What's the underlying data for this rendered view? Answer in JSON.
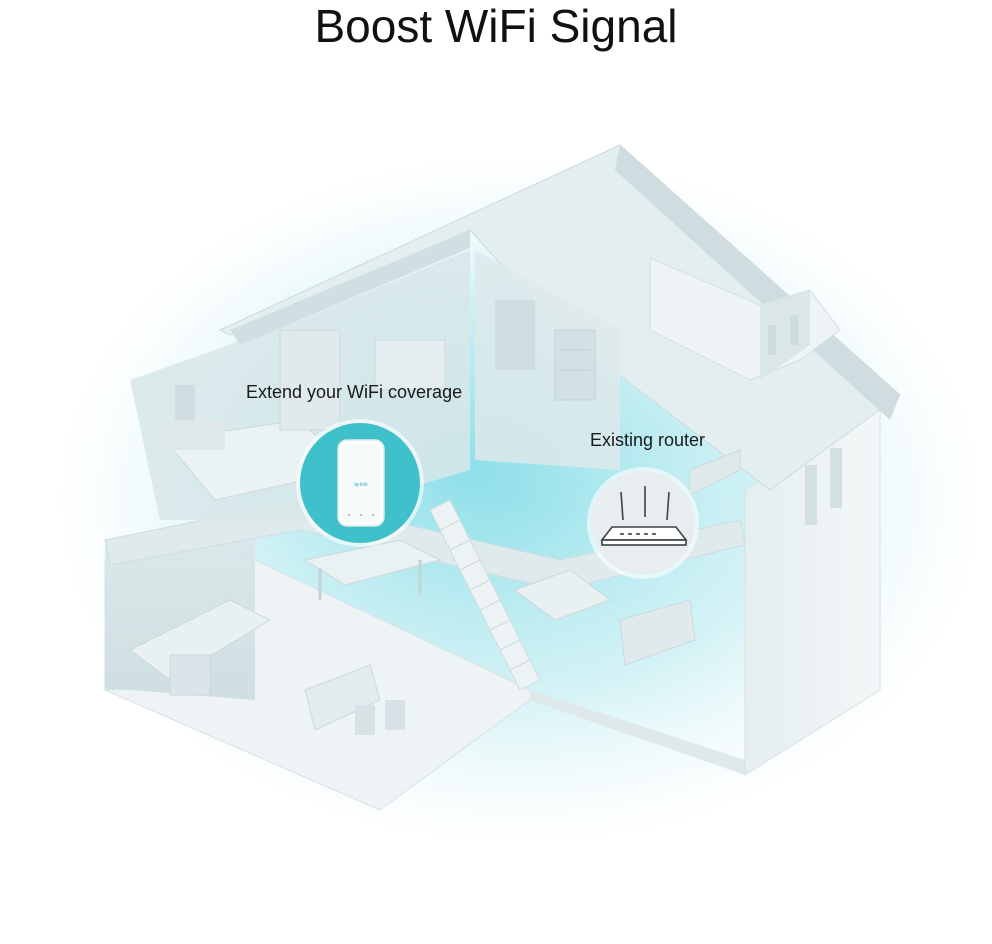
{
  "title": "Boost WiFi Signal",
  "extender": {
    "label": "Extend your WiFi coverage",
    "device_icon": "wifi-extender-icon"
  },
  "router": {
    "label": "Existing router",
    "device_icon": "router-icon"
  },
  "colors": {
    "coverage_glow": "#bfe9ee",
    "extender_badge": "#3fc1cc",
    "router_badge": "#e9eeef",
    "house_wall": "#e8eff1"
  }
}
